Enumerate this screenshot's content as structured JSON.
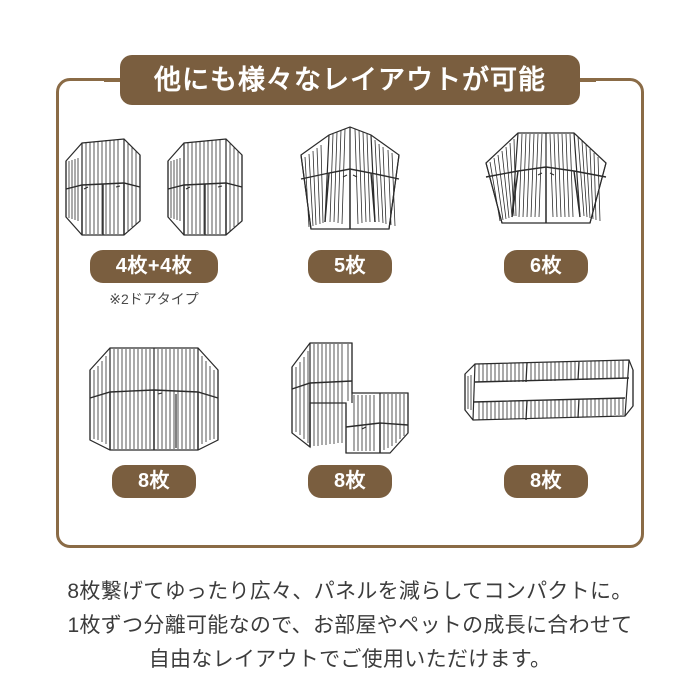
{
  "banner": {
    "title": "他にも様々なレイアウトが可能"
  },
  "colors": {
    "frame": "#8a6b46",
    "badge": "#7a5e3f",
    "badge_text": "#ffffff",
    "body_text": "#3c3c3c",
    "sub_text": "#4a4a4a",
    "background": "#ffffff",
    "pen_wire": "#2b2b2b"
  },
  "layouts": [
    {
      "id": "layout-4-plus-4",
      "badge": "4枚+4枚",
      "note": "※2ドアタイプ",
      "shape": "two-squares",
      "panels": 8,
      "description": "4枚パネルの正方形サークルを2つ"
    },
    {
      "id": "layout-5",
      "badge": "5枚",
      "note": "",
      "shape": "pentagon",
      "panels": 5,
      "description": "5枚パネルの五角形サークル"
    },
    {
      "id": "layout-6",
      "badge": "6枚",
      "note": "",
      "shape": "hexagon",
      "panels": 6,
      "description": "6枚パネルの六角形サークル"
    },
    {
      "id": "layout-8-square",
      "badge": "8枚",
      "note": "",
      "shape": "large-square",
      "panels": 8,
      "description": "8枚パネルの大きな正方形サークル"
    },
    {
      "id": "layout-8-l-shape",
      "badge": "8枚",
      "note": "",
      "shape": "l-shape",
      "panels": 8,
      "description": "8枚パネルのL字型サークル"
    },
    {
      "id": "layout-8-long",
      "badge": "8枚",
      "note": "",
      "shape": "long-rectangle",
      "panels": 8,
      "description": "8枚パネルの細長いサークル"
    }
  ],
  "description": {
    "line1": "8枚繋げてゆったり広々、パネルを減らしてコンパクトに。",
    "line2": "1枚ずつ分離可能なので、お部屋やペットの成長に合わせて",
    "line3": "自由なレイアウトでご使用いただけます。"
  }
}
